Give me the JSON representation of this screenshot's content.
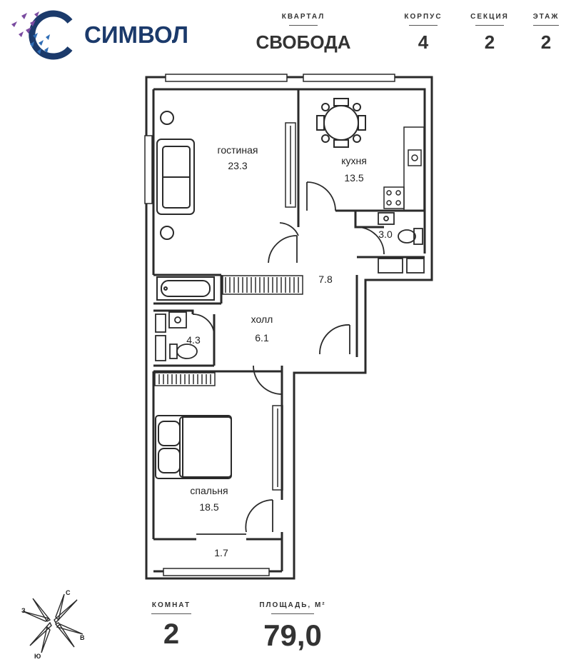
{
  "brand": {
    "name": "СИМВОЛ"
  },
  "header": {
    "quarter": {
      "label": "КВАРТАЛ",
      "value": "СВОБОДА"
    },
    "building": {
      "label": "КОРПУС",
      "value": "4"
    },
    "section": {
      "label": "СЕКЦИЯ",
      "value": "2"
    },
    "floor": {
      "label": "ЭТАЖ",
      "value": "2"
    }
  },
  "rooms": {
    "living": {
      "name": "гостиная",
      "area": "23.3"
    },
    "kitchen": {
      "name": "кухня",
      "area": "13.5"
    },
    "wc": {
      "area": "3.0"
    },
    "corridor": {
      "area": "7.8"
    },
    "hall": {
      "name": "холл",
      "area": "6.1"
    },
    "bathroom": {
      "area": "4.3"
    },
    "bedroom": {
      "name": "спальня",
      "area": "18.5"
    },
    "loggia": {
      "area": "1.7"
    }
  },
  "compass": {
    "n": "С",
    "s": "Ю",
    "e": "В",
    "w": "З"
  },
  "footer": {
    "rooms": {
      "label": "КОМНАТ",
      "value": "2"
    },
    "area": {
      "label": "ПЛОЩАДЬ, М²",
      "value": "79,0"
    }
  },
  "colors": {
    "brand": "#1b3a6b",
    "accent": "#7a4ba0",
    "wall": "#2a2a2a"
  }
}
